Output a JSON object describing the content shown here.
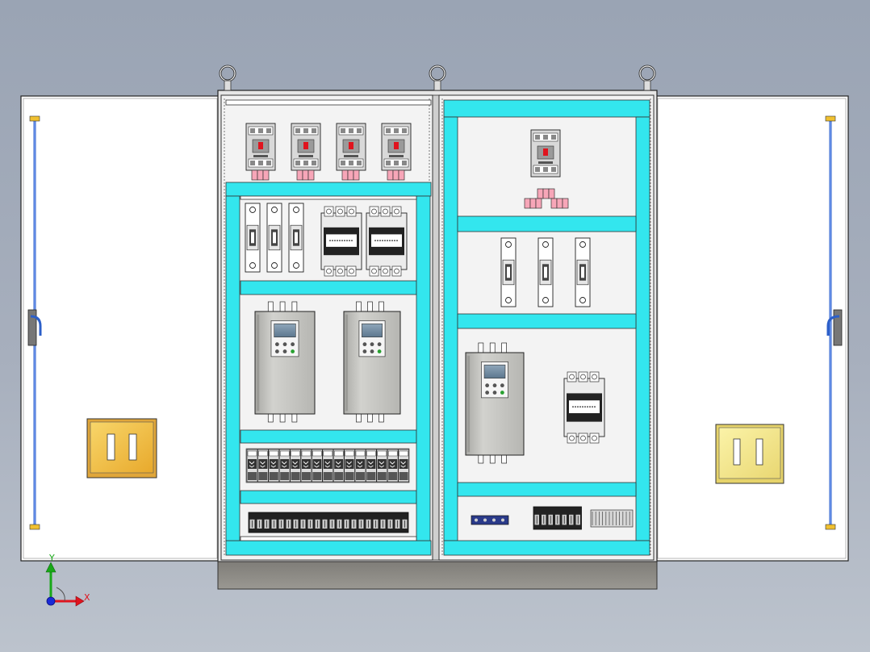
{
  "scene": {
    "type": "electrical-control-cabinet-cad-front-view",
    "colors": {
      "background_top": "#9aa4b4",
      "background_bottom": "#bcc3cd",
      "door_panel": "#ffffff",
      "mounting_rail": "#33e6ee",
      "cabinet_frame": "#d8d8d8",
      "plinth": "#8d8b85",
      "handle_bar": "#4a7fd9",
      "lock_box": "#f4c542",
      "fuse_block": "#f7a6b8",
      "inverter_body": "#c4c4c0",
      "inverter_display": "#6f8aa0",
      "axis_x": "#e0141e",
      "axis_y": "#18a818",
      "axis_z": "#1a2ad8"
    },
    "icons": [
      "lifting-eye-icon",
      "circuit-breaker-icon",
      "contactor-icon",
      "fuse-holder-icon",
      "inverter-icon",
      "relay-icon",
      "terminal-block-icon",
      "door-lock-icon",
      "axis-triad-icon"
    ]
  },
  "axes": {
    "x_label": "X",
    "y_label": "Y"
  }
}
